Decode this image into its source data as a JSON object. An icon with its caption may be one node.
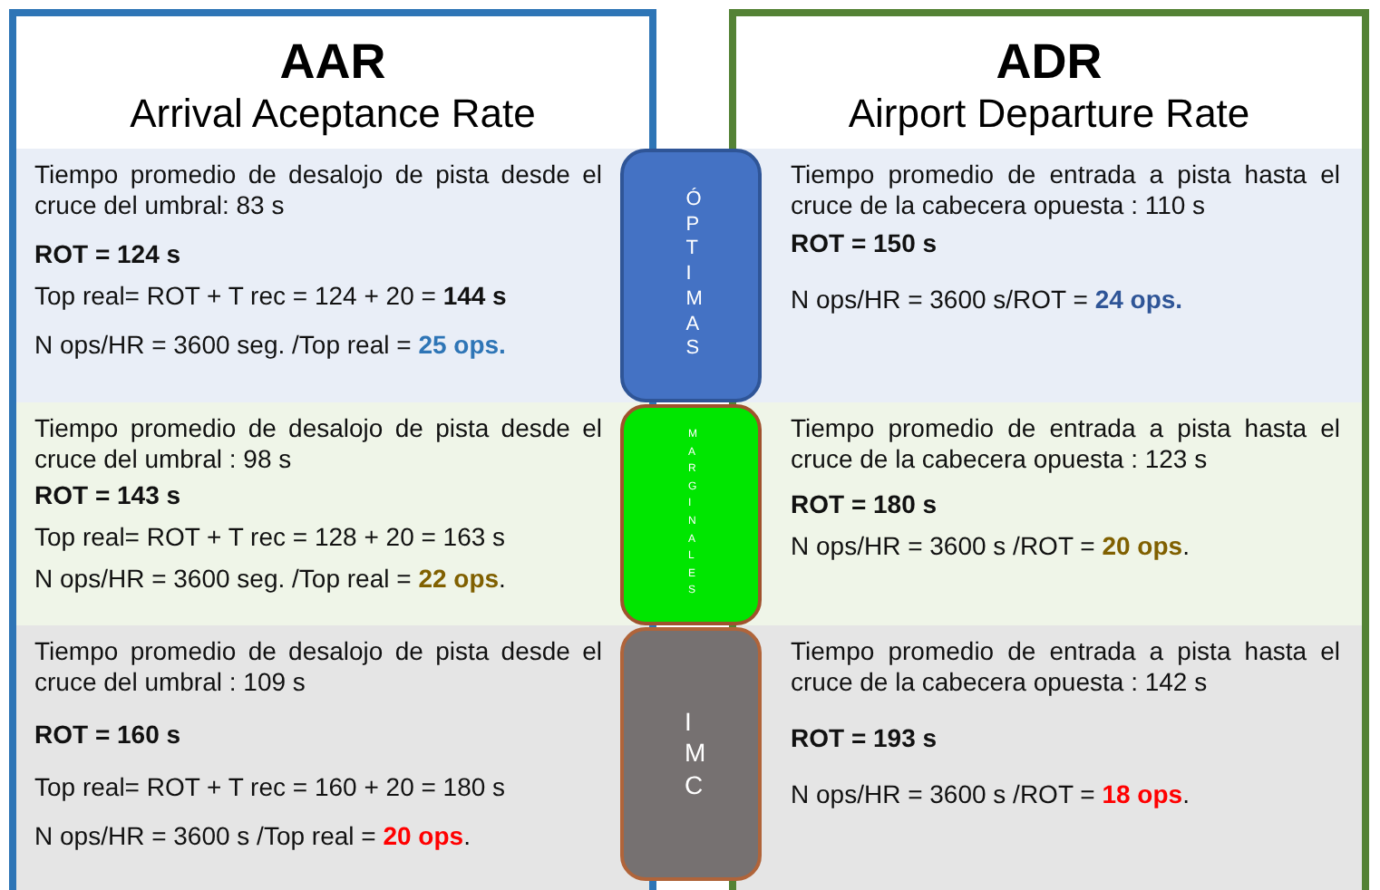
{
  "diagram": {
    "nodes": [
      {
        "text": [
          "AAR",
          "Arrival Aceptance Rate"
        ]
      },
      {
        "text": [
          "ADR",
          "Airport Departure Rate"
        ]
      },
      {
        "text": [
          "Tiempo promedio de desalojo de pista desde el cruce del umbral: 83 s",
          "ROT = 124 s",
          "Top real= ROT + T rec = 124 + 20 = **144 s**",
          "N ops/HR = 3600 seg. /Top real = **25 ops.**"
        ],
        "in": 0
      },
      {
        "text": [
          "Tiempo promedio de desalojo de pista desde el cruce del umbral : 98 s",
          "ROT = 143 s",
          "Top real= ROT + T rec = 128 + 20 = 163 s",
          "N ops/HR = 3600 seg. /Top real = **22 ops**."
        ],
        "in": 0
      },
      {
        "text": [
          "Tiempo promedio de desalojo de pista desde el cruce del umbral : 109 s",
          "ROT = 160 s",
          "Top real= ROT + T rec = 160 + 20 = 180 s",
          "N ops/HR = 3600 s /Top real = **20 ops**."
        ],
        "in": 0
      },
      {
        "text": [
          "ÓPTIMAS"
        ]
      },
      {
        "text": [
          "MARGINALES"
        ]
      },
      {
        "text": [
          "IMC"
        ]
      },
      {
        "text": [
          "Tiempo promedio de entrada a pista hasta el cruce de la cabecera opuesta : 110 s",
          "ROT = 150 s",
          "N ops/HR = 3600 s/ROT = **24 ops.**"
        ],
        "in": 1
      },
      {
        "text": [
          "Tiempo promedio de entrada a pista hasta el cruce de la cabecera opuesta : 123 s",
          "ROT = 180 s",
          "N ops/HR = 3600 s /ROT = **20 ops**."
        ],
        "in": 1
      },
      {
        "text": [
          "Tiempo promedio de entrada a pista hasta el cruce de la cabecera opuesta : 142 s",
          "ROT = 193 s",
          "N ops/HR = 3600 s /ROT = **18 ops**."
        ],
        "in": 1
      }
    ]
  }
}
